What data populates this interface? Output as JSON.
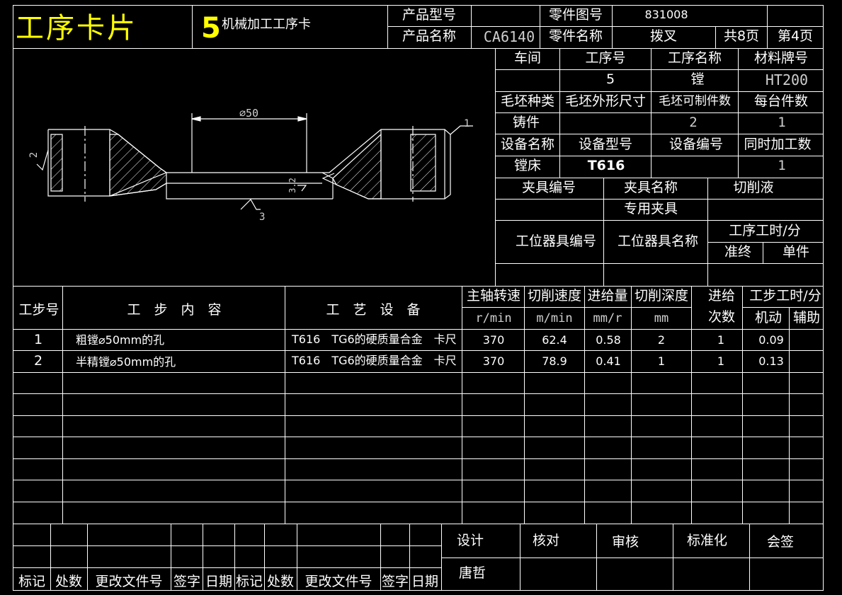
{
  "header": {
    "title": "工序卡片",
    "process_no": "5",
    "card_name": "机械加工工序卡",
    "product_model_label": "产品型号",
    "product_model_value": "",
    "part_drawing_label": "零件图号",
    "part_drawing_value": "831008",
    "product_name_label": "产品名称",
    "product_name_value": "CA6140",
    "part_name_label": "零件名称",
    "part_name_value": "拨叉",
    "total_pages": "共8页",
    "page_no": "第4页"
  },
  "drawing": {
    "dim_diameter": "⌀50",
    "roughness_left": "2",
    "roughness_right": "1",
    "roughness_bottom": "3",
    "roughness_inner": "3.2"
  },
  "info": {
    "workshop_label": "车间",
    "op_no_label": "工序号",
    "op_name_label": "工序名称",
    "material_label": "材料牌号",
    "workshop_value": "",
    "op_no_value": "5",
    "op_name_value": "镗",
    "material_value": "HT200",
    "blank_type_label": "毛坯种类",
    "blank_size_label": "毛坯外形尺寸",
    "blank_parts_label": "毛坯可制件数",
    "per_unit_label": "每台件数",
    "blank_type_value": "铸件",
    "blank_size_value": "",
    "blank_parts_value": "2",
    "per_unit_value": "1",
    "equip_name_label": "设备名称",
    "equip_model_label": "设备型号",
    "equip_no_label": "设备编号",
    "simultaneous_label": "同时加工数",
    "equip_name_value": "镗床",
    "equip_model_value": "T616",
    "equip_no_value": "",
    "simultaneous_value": "1",
    "fixture_no_label": "夹具编号",
    "fixture_name_label": "夹具名称",
    "coolant_label": "切削液",
    "fixture_name_value": "专用夹具",
    "station_tool_no_label": "工位器具编号",
    "station_tool_name_label": "工位器具名称",
    "op_time_label": "工序工时/分",
    "setup_label": "准终",
    "unit_label": "单件"
  },
  "steps": {
    "col_step_no": "工步号",
    "col_content": "工　步　内　容",
    "col_equipment": "工　艺　设　备",
    "col_spindle": "主轴转速",
    "col_speed": "切削速度",
    "col_feed": "进给量",
    "col_depth": "切削深度",
    "col_passes_1": "进给",
    "col_passes_2": "次数",
    "col_step_time": "工步工时/分",
    "col_machine": "机动",
    "col_aux": "辅助",
    "unit_spindle": "r/min",
    "unit_speed": "m/min",
    "unit_feed": "mm/r",
    "unit_depth": "mm",
    "rows": [
      {
        "no": "1",
        "content": "粗镗⌀50mm的孔",
        "equipment": "T616　TG6的硬质量合金　卡尺",
        "spindle": "370",
        "speed": "62.4",
        "feed": "0.58",
        "depth": "2",
        "passes": "1",
        "machine": "0.09"
      },
      {
        "no": "2",
        "content": "半精镗⌀50mm的孔",
        "equipment": "T616　TG6的硬质量合金　卡尺",
        "spindle": "370",
        "speed": "78.9",
        "feed": "0.41",
        "depth": "1",
        "passes": "1",
        "machine": "0.13"
      }
    ]
  },
  "footer": {
    "design_label": "设计",
    "check_label": "核对",
    "review_label": "审核",
    "standard_label": "标准化",
    "countersign_label": "会签",
    "designer": "唐哲",
    "mark": "标记",
    "count": "处数",
    "change_doc": "更改文件号",
    "sign": "签字",
    "date": "日期"
  },
  "colors": {
    "background": "#000000",
    "lines": "#ffffff",
    "title": "#ffff00"
  }
}
